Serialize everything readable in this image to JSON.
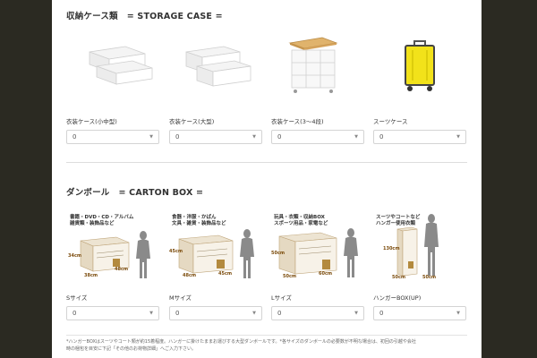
{
  "storage": {
    "title": "収納ケース類",
    "subtitle": "= STORAGE CASE =",
    "items": [
      {
        "label": "衣装ケース(小中型)",
        "value": "0"
      },
      {
        "label": "衣装ケース(大型)",
        "value": "0"
      },
      {
        "label": "衣装ケース(3〜4段)",
        "value": "0"
      },
      {
        "label": "スーツケース",
        "value": "0"
      }
    ]
  },
  "carton": {
    "title": "ダンボール",
    "subtitle": "= CARTON BOX =",
    "items": [
      {
        "label": "Sサイズ",
        "value": "0",
        "caption_line1": "書籍・DVD・CD・アルバム",
        "caption_line2": "雑貨類・装飾品など",
        "dim_h": "34cm",
        "dim_w": "38cm",
        "dim_d": "48cm"
      },
      {
        "label": "Mサイズ",
        "value": "0",
        "caption_line1": "食器・洋服・かばん",
        "caption_line2": "文具・雑貨・装飾品など",
        "dim_h": "45cm",
        "dim_w": "48cm",
        "dim_d": "45cm"
      },
      {
        "label": "Lサイズ",
        "value": "0",
        "caption_line1": "玩具・衣類・収納BOX",
        "caption_line2": "スポーツ用品・家電など",
        "dim_h": "50cm",
        "dim_w": "50cm",
        "dim_d": "60cm"
      },
      {
        "label": "ハンガーBOX(UP)",
        "value": "0",
        "caption_line1": "スーツやコートなど",
        "caption_line2": "ハンガー使用衣類",
        "dim_h": "130cm",
        "dim_w": "50cm",
        "dim_d": "50cm"
      }
    ]
  },
  "note": {
    "line1": "*ハンガーBOXはスーツやコート類が約15着程度。ハンガーに掛けたままお運びする大型ダンボールです。*各サイズのダンボールの必要数が不明な場合は、初回の引越や会社",
    "line2": "時の梱包を目安に下記「その他のお荷物詳細」へご入力下さい。"
  },
  "colors": {
    "suitcase": "#f2e21a",
    "cardboard": "#c9a86a",
    "wood_top": "#e0b36c",
    "silhouette": "#8a8a8a"
  }
}
